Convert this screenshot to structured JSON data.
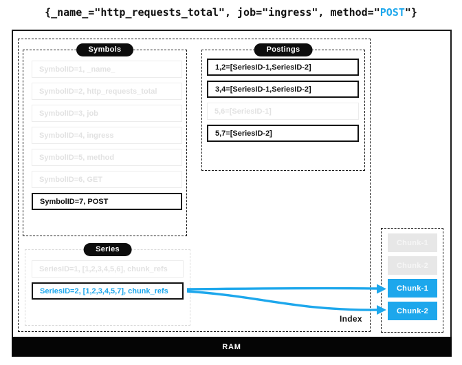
{
  "title": {
    "prefix": "{_name_=\"http_requests_total\", job=\"ingress\", method=\"",
    "highlight": "POST",
    "suffix": "\"}"
  },
  "colors": {
    "accent_blue": "#1DA7EC",
    "muted_gray_text": "#E2E2E2",
    "muted_gray_border": "#ECECEC",
    "chunk_muted_bg": "#E7E7E7",
    "black": "#0f0f0f"
  },
  "index": {
    "label": "Index",
    "symbols": {
      "label": "Symbols",
      "rows": [
        {
          "text": "SymbolID=1, _name_",
          "state": "muted"
        },
        {
          "text": "SymbolID=2, http_requests_total",
          "state": "muted"
        },
        {
          "text": "SymbolID=3, job",
          "state": "muted"
        },
        {
          "text": "SymbolID=4, ingress",
          "state": "muted"
        },
        {
          "text": "SymbolID=5, method",
          "state": "muted"
        },
        {
          "text": "SymbolID=6, GET",
          "state": "muted"
        },
        {
          "text": "SymbolID=7, POST",
          "state": "highlighted"
        }
      ]
    },
    "postings": {
      "label": "Postings",
      "rows": [
        {
          "text": "1,2=[SeriesID-1,SeriesID-2]",
          "state": "highlighted"
        },
        {
          "text": "3,4=[SeriesID-1,SeriesID-2]",
          "state": "highlighted"
        },
        {
          "text": "5,6=[SeriesID-1]",
          "state": "muted"
        },
        {
          "text": "5,7=[SeriesID-2]",
          "state": "highlighted"
        }
      ]
    },
    "series": {
      "label": "Series",
      "rows": [
        {
          "text": "SeriesID=1, [1,2,3,4,5,6], chunk_refs",
          "state": "muted"
        },
        {
          "text": "SeriesID=2, [1,2,3,4,5,7], chunk_refs",
          "state": "selected"
        }
      ]
    }
  },
  "chunks": {
    "rows": [
      {
        "text": "Chunk-1",
        "state": "muted"
      },
      {
        "text": "Chunk-2",
        "state": "muted"
      },
      {
        "text": "Chunk-1",
        "state": "active"
      },
      {
        "text": "Chunk-2",
        "state": "active"
      }
    ]
  },
  "ram_label": "RAM"
}
